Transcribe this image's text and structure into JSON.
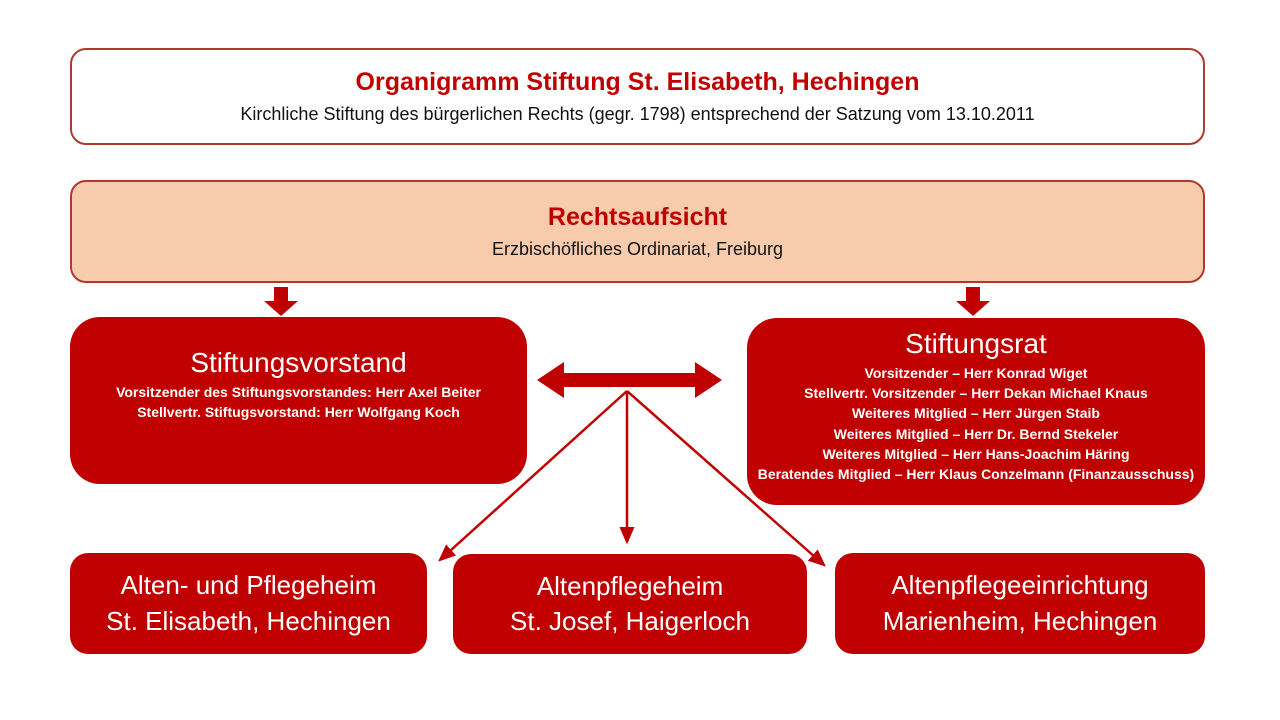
{
  "header": {
    "title": "Organigramm Stiftung St. Elisabeth, Hechingen",
    "subtitle": "Kirchliche Stiftung des bürgerlichen Rechts (gegr. 1798) entsprechend der Satzung vom 13.10.2011"
  },
  "rechtsaufsicht": {
    "title": "Rechtsaufsicht",
    "subtitle": "Erzbischöfliches Ordinariat, Freiburg"
  },
  "stiftungsvorstand": {
    "title": "Stiftungsvorstand",
    "members": [
      "Vorsitzender des Stiftungsvorstandes: Herr Axel Beiter",
      "Stellvertr. Stiftugsvorstand: Herr Wolfgang Koch"
    ]
  },
  "stiftungsrat": {
    "title": "Stiftungsrat",
    "members": [
      "Vorsitzender – Herr Konrad Wiget",
      "Stellvertr. Vorsitzender – Herr Dekan Michael Knaus",
      "Weiteres Mitglied – Herr Jürgen Staib",
      "Weiteres Mitglied – Herr Dr. Bernd Stekeler",
      "Weiteres Mitglied – Herr Hans-Joachim Häring",
      "Beratendes Mitglied – Herr Klaus Conzelmann (Finanzausschuss)"
    ]
  },
  "facilities": [
    {
      "line1": "Alten- und Pflegeheim",
      "line2": "St. Elisabeth, Hechingen"
    },
    {
      "line1": "Altenpflegeheim",
      "line2": "St. Josef, Haigerloch"
    },
    {
      "line1": "Altenpflegeeinrichtung",
      "line2": "Marienheim, Hechingen"
    }
  ],
  "colors": {
    "box_red": "#c00000",
    "outline_red": "#b0392e",
    "peach": "#f8cbad",
    "heading_red": "#c00000",
    "text_white": "#ffffff",
    "text_black": "#111111"
  }
}
